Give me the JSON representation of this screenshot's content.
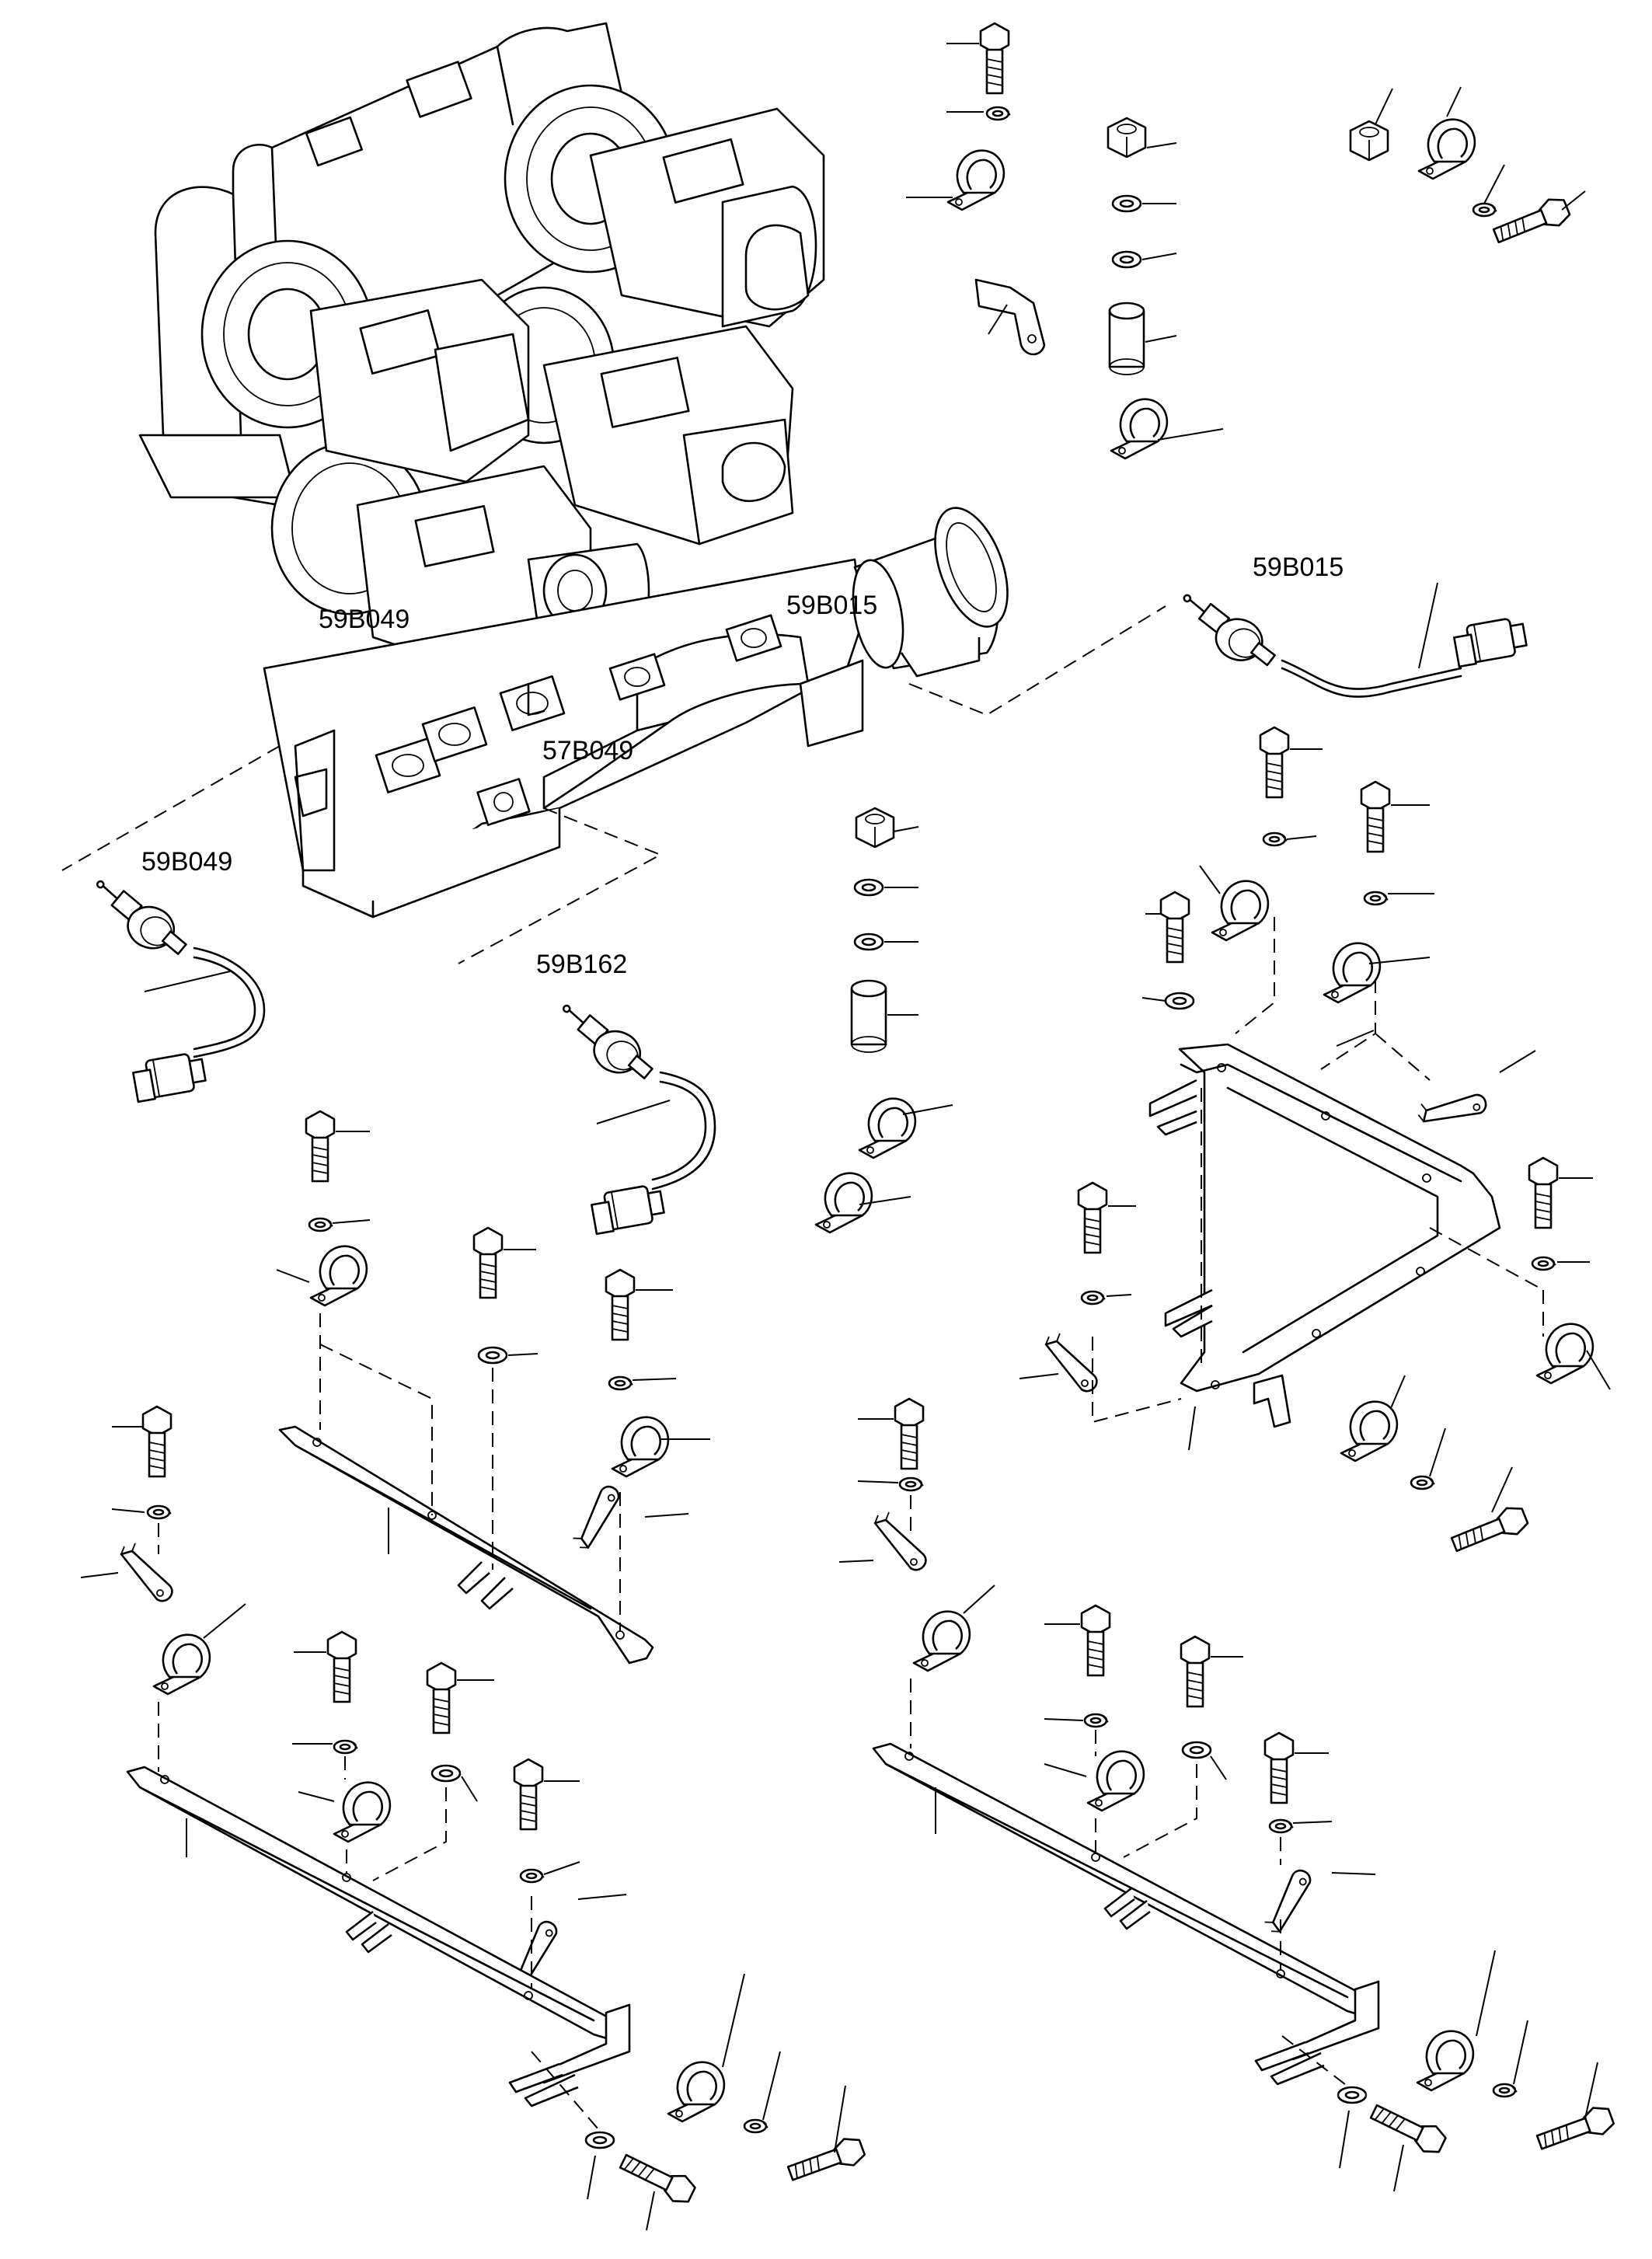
{
  "labels": {
    "sensor_top_right": "59B015",
    "sensor_on_pipe": "59B015",
    "sensor_on_frame": "59B049",
    "sensor_left": "59B049",
    "sensor_center": "59B162",
    "port_center": "57B049"
  }
}
